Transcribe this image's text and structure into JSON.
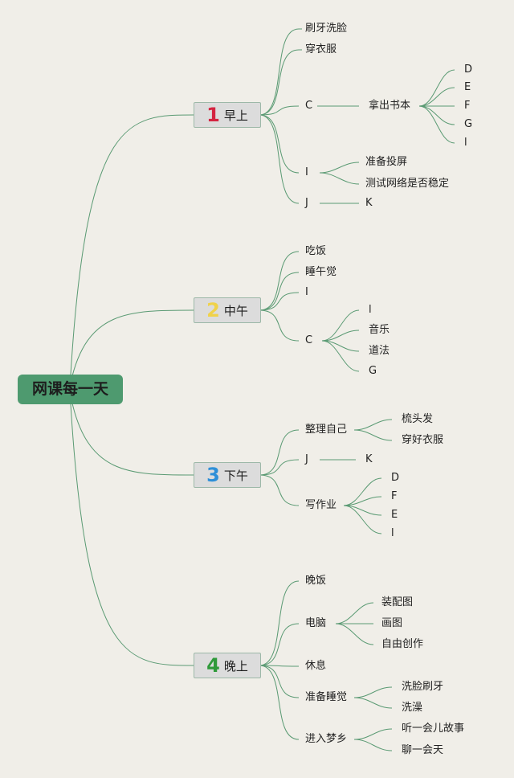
{
  "root": "网课每一天",
  "colors": {
    "line": "#5a9a73",
    "one": "#d42440",
    "two": "#f0d24a",
    "three": "#2e8fd8",
    "four": "#2f9a3a"
  },
  "branches": [
    {
      "num": "1",
      "label": "早上",
      "items": [
        {
          "label": "刷牙洗脸"
        },
        {
          "label": "穿衣服"
        },
        {
          "label": "C",
          "child": {
            "label": "拿出书本",
            "children": [
              "D",
              "E",
              "F",
              "G",
              "l"
            ]
          }
        },
        {
          "label": "I",
          "children": [
            "准备投屏",
            "测试网络是否稳定"
          ]
        },
        {
          "label": "J",
          "children": [
            "K"
          ]
        }
      ]
    },
    {
      "num": "2",
      "label": "中午",
      "items": [
        {
          "label": "吃饭"
        },
        {
          "label": "睡午觉"
        },
        {
          "label": "I"
        },
        {
          "label": "C",
          "children": [
            "l",
            "音乐",
            "道法",
            "G"
          ]
        }
      ]
    },
    {
      "num": "3",
      "label": "下午",
      "items": [
        {
          "label": "整理自己",
          "children": [
            "梳头发",
            "穿好衣服"
          ]
        },
        {
          "label": "J",
          "children": [
            "K"
          ]
        },
        {
          "label": "写作业",
          "children": [
            "D",
            "F",
            "E",
            "l"
          ]
        }
      ]
    },
    {
      "num": "4",
      "label": "晚上",
      "items": [
        {
          "label": "晚饭"
        },
        {
          "label": "电脑",
          "children": [
            "装配图",
            "画图",
            "自由创作"
          ]
        },
        {
          "label": "休息"
        },
        {
          "label": "准备睡觉",
          "children": [
            "洗脸刷牙",
            "洗澡"
          ]
        },
        {
          "label": "进入梦乡",
          "children": [
            "听一会儿故事",
            "聊一会天"
          ]
        }
      ]
    }
  ]
}
